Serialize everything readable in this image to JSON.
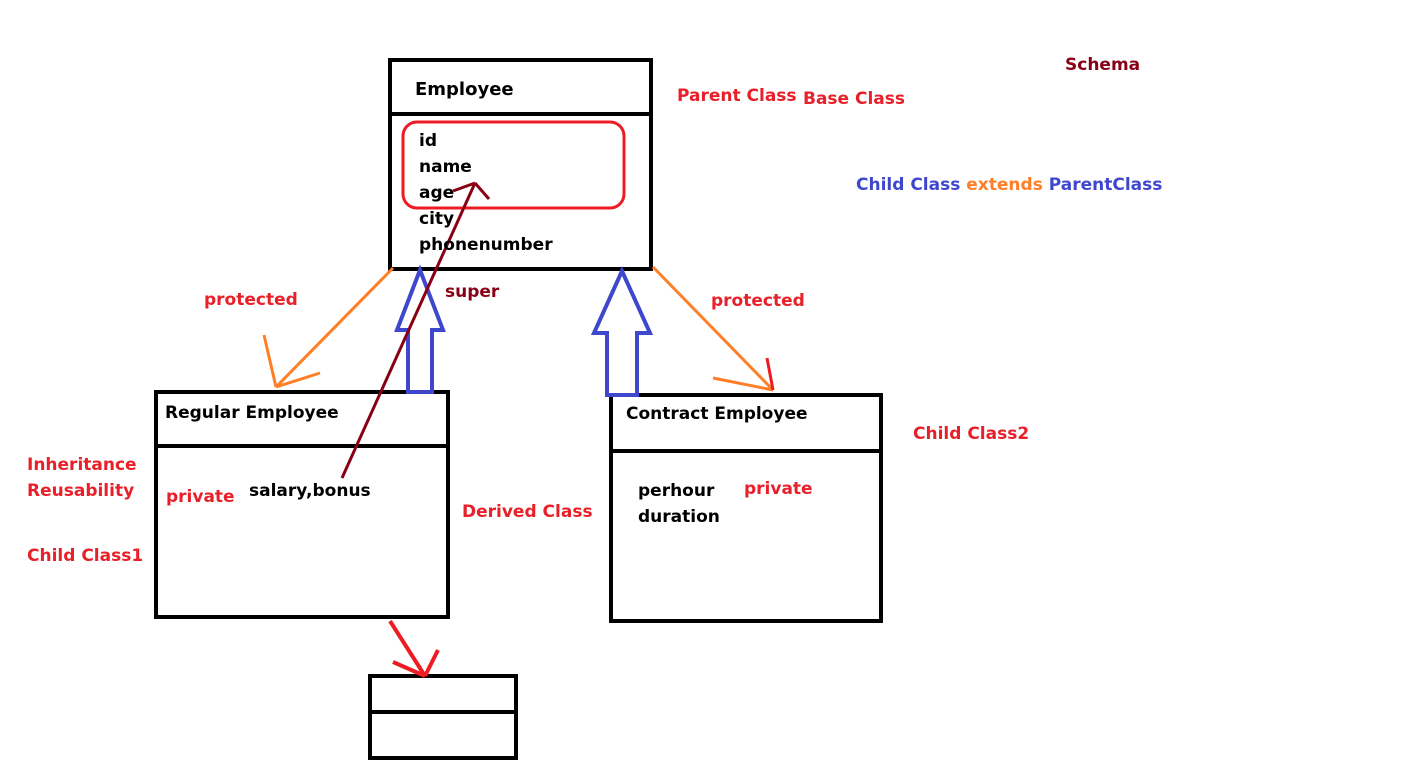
{
  "colors": {
    "red": "#ed1c24",
    "maroon": "#880015",
    "blue": "#3f48cc",
    "orange": "#ff7f27",
    "black": "#000000"
  },
  "labels": {
    "schema": "Schema",
    "parent_class": "Parent Class",
    "base_class": "Base Class",
    "extends_child": "Child Class",
    "extends_word": "extends",
    "extends_parent": "ParentClass",
    "protected_left": "protected",
    "protected_right": "protected",
    "super": "super",
    "inheritance": "Inheritance",
    "reusability": "Reusability",
    "child_class1": "Child Class1",
    "child_class2": "Child Class2",
    "derived_class": "Derived Class",
    "private_left": "private",
    "private_right": "private"
  },
  "employee": {
    "title": "Employee",
    "fields": [
      "id",
      "name",
      "age",
      "city",
      "phonenumber"
    ]
  },
  "regular": {
    "title": "Regular Employee",
    "fields": "salary,bonus"
  },
  "contract": {
    "title": "Contract Employee",
    "fields": [
      "perhour",
      "duration"
    ]
  }
}
